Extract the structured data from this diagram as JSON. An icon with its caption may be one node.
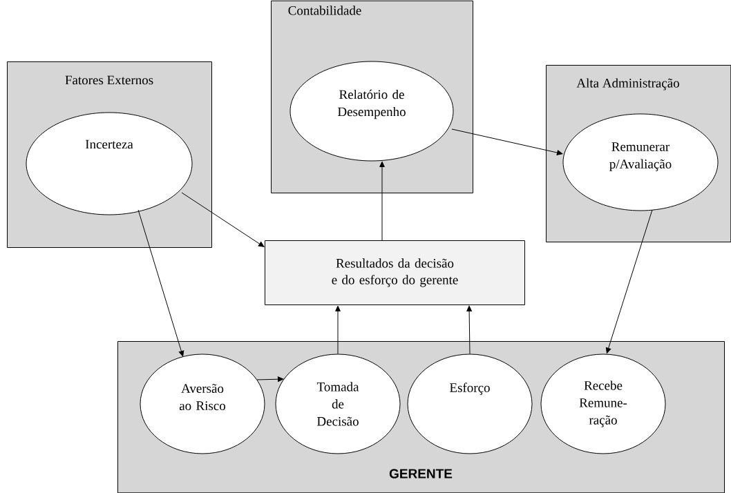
{
  "diagram": {
    "nodes": [
      {
        "text": [
          "Fatores Externos"
        ]
      },
      {
        "text": [
          "Incerteza"
        ],
        "in": 0
      },
      {
        "text": [
          "Contabilidade"
        ]
      },
      {
        "text": [
          "Relatório de Desempenho"
        ],
        "in": 2
      },
      {
        "text": [
          "Alta Administração"
        ]
      },
      {
        "text": [
          "Remunerar p/Avaliação"
        ],
        "in": 4
      },
      {
        "text": [
          "Resultados da decisão e do esforço do gerente"
        ]
      },
      {
        "text": [
          "GERENTE"
        ]
      },
      {
        "text": [
          "Aversão ao Risco"
        ],
        "in": 7
      },
      {
        "text": [
          "Tomada de Decisão"
        ],
        "in": 7
      },
      {
        "text": [
          "Esforço"
        ],
        "in": 7
      },
      {
        "text": [
          "Recebe Remune-ração"
        ],
        "in": 7
      }
    ],
    "edges": [
      {
        "from": 1,
        "to": 6,
        "arrow": "to"
      },
      {
        "from": 1,
        "to": 8,
        "arrow": "to"
      },
      {
        "from": 3,
        "to": 5,
        "arrow": "to"
      },
      {
        "from": 6,
        "to": 3,
        "arrow": "to"
      },
      {
        "from": 9,
        "to": 6,
        "arrow": "to"
      },
      {
        "from": 10,
        "to": 6,
        "arrow": "to"
      },
      {
        "from": 5,
        "to": 11,
        "arrow": "to"
      },
      {
        "from": 8,
        "to": 9,
        "arrow": "to"
      }
    ]
  }
}
